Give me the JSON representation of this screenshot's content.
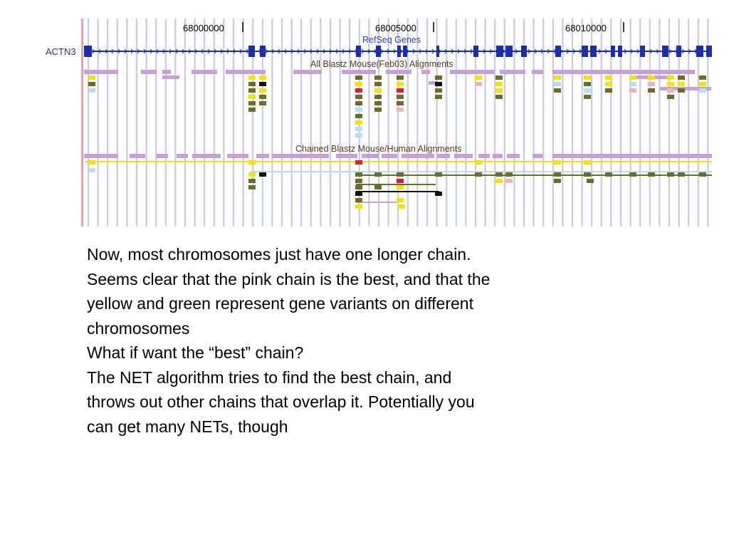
{
  "browser": {
    "coordinates": [
      "68000000",
      "68005000",
      "68010000"
    ],
    "gene_name": "ACTN3",
    "tracks": {
      "refseq": "RefSeq Genes",
      "blastz": "All Blastz Mouse(Feb03) Alignments",
      "chained": "Chained Blastz Mouse/Human Alignments"
    },
    "colors": {
      "grid_line": "#c8cbe6",
      "left_border": "#f0a0a0",
      "gene": "#1c2fa8",
      "lilac": "#c8a0d8",
      "yellow": "#f2e400",
      "olive": "#6b6e2a",
      "light_blue": "#b8dff0",
      "pink": "#f0b4b4",
      "red": "#d8203c",
      "black": "#111111"
    }
  },
  "text": {
    "lines": [
      "Now, most chromosomes just have one longer chain.",
      "Seems clear that the pink chain is the best, and that the",
      "yellow and green represent gene variants on different",
      "chromosomes",
      "What if want the “best” chain?",
      "The NET algorithm tries to find the best chain, and",
      "throws out other chains that overlap it. Potentially you",
      "can get many NETs, though"
    ]
  }
}
